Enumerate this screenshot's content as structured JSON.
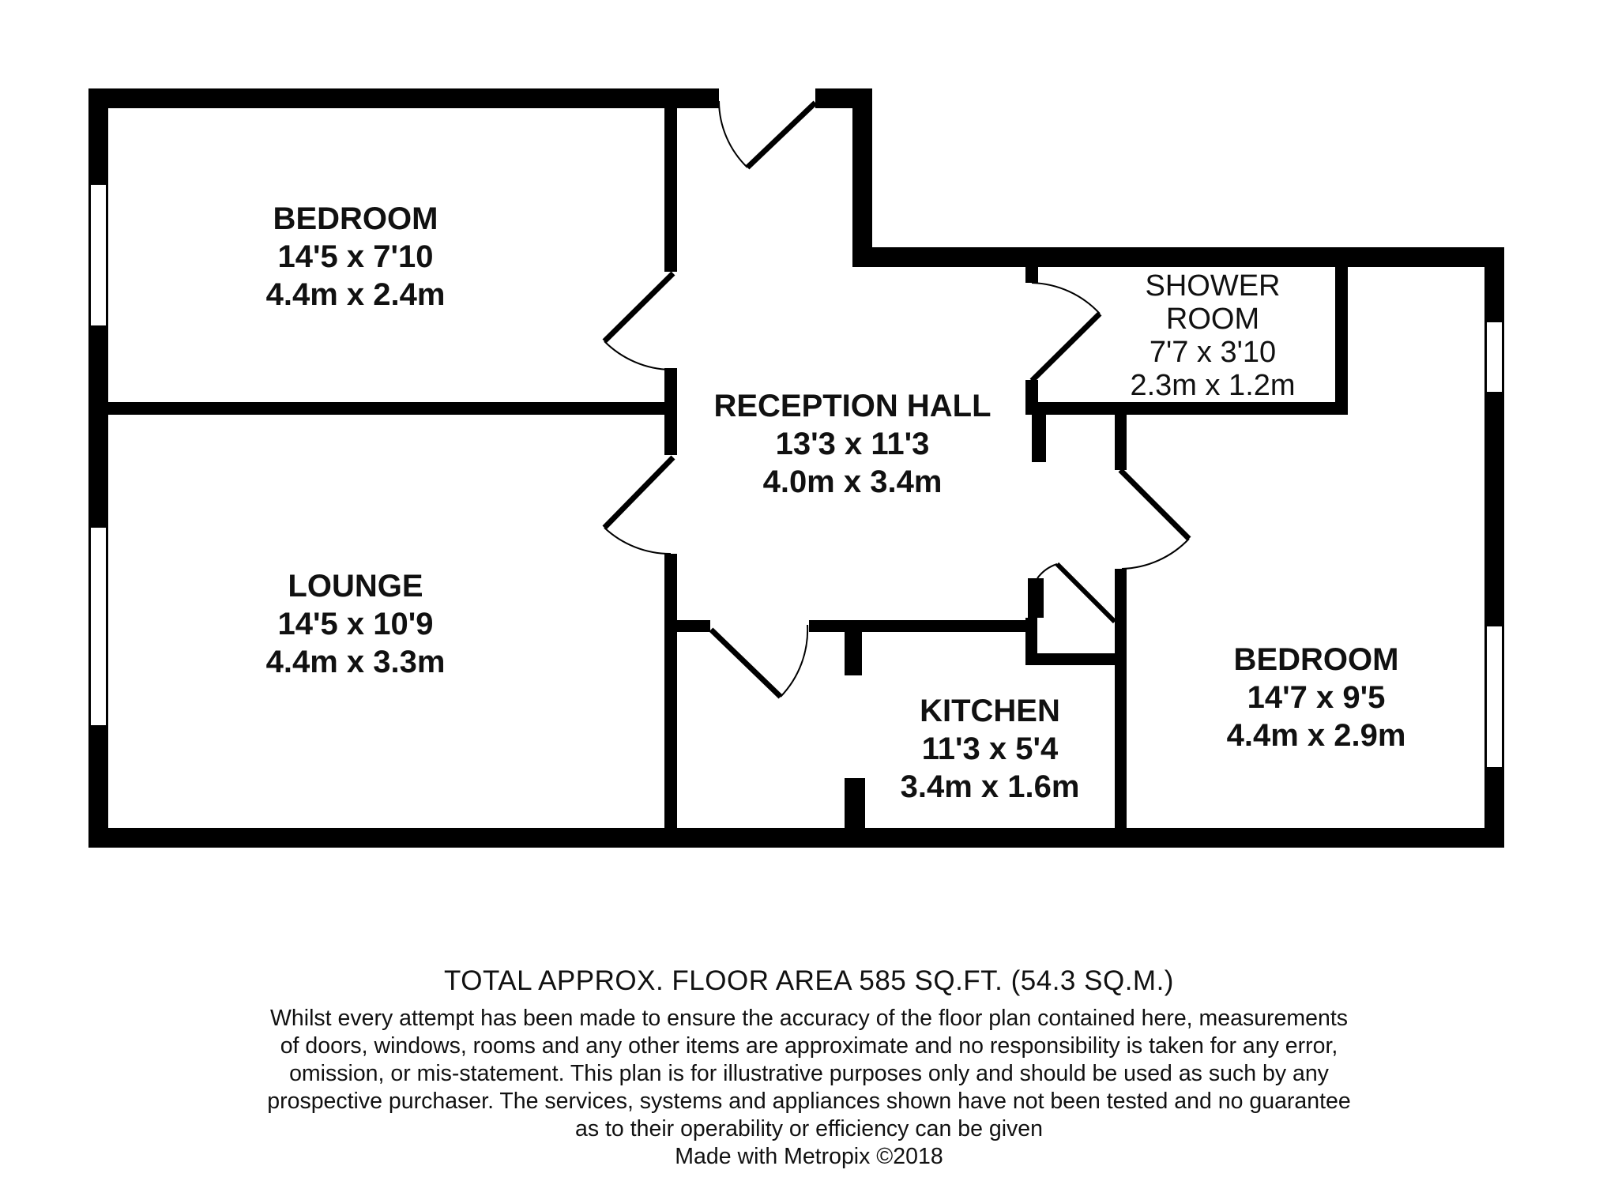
{
  "rooms": {
    "bedroom_1": {
      "name": "BEDROOM",
      "imperial": "14'5 x 7'10",
      "metric": "4.4m x 2.4m"
    },
    "lounge": {
      "name": "LOUNGE",
      "imperial": "14'5 x 10'9",
      "metric": "4.4m x 3.3m"
    },
    "reception_hall": {
      "name": "RECEPTION HALL",
      "imperial": "13'3 x 11'3",
      "metric": "4.0m x 3.4m"
    },
    "shower_room": {
      "name_line1": "SHOWER",
      "name_line2": "ROOM",
      "imperial": "7'7 x 3'10",
      "metric": "2.3m x 1.2m"
    },
    "kitchen": {
      "name": "KITCHEN",
      "imperial": "11'3 x 5'4",
      "metric": "3.4m x 1.6m"
    },
    "bedroom_2": {
      "name": "BEDROOM",
      "imperial": "14'7 x 9'5",
      "metric": "4.4m x 2.9m"
    }
  },
  "footer": {
    "total_area": "TOTAL APPROX. FLOOR AREA 585 SQ.FT. (54.3 SQ.M.)",
    "disclaimer_lines": [
      "Whilst every attempt has been made to ensure the accuracy of the floor plan contained here, measurements",
      "of doors, windows, rooms and any other items are approximate and no responsibility is taken for any error,",
      "omission, or mis-statement. This plan is for illustrative purposes only and should be used as such by any",
      "prospective purchaser. The services, systems and appliances shown have not been tested and no guarantee",
      "as to their operability or efficiency can be given"
    ],
    "credit": "Made with Metropix ©2018"
  },
  "colors": {
    "wall": "#000000",
    "background": "#ffffff",
    "text": "#111111"
  }
}
